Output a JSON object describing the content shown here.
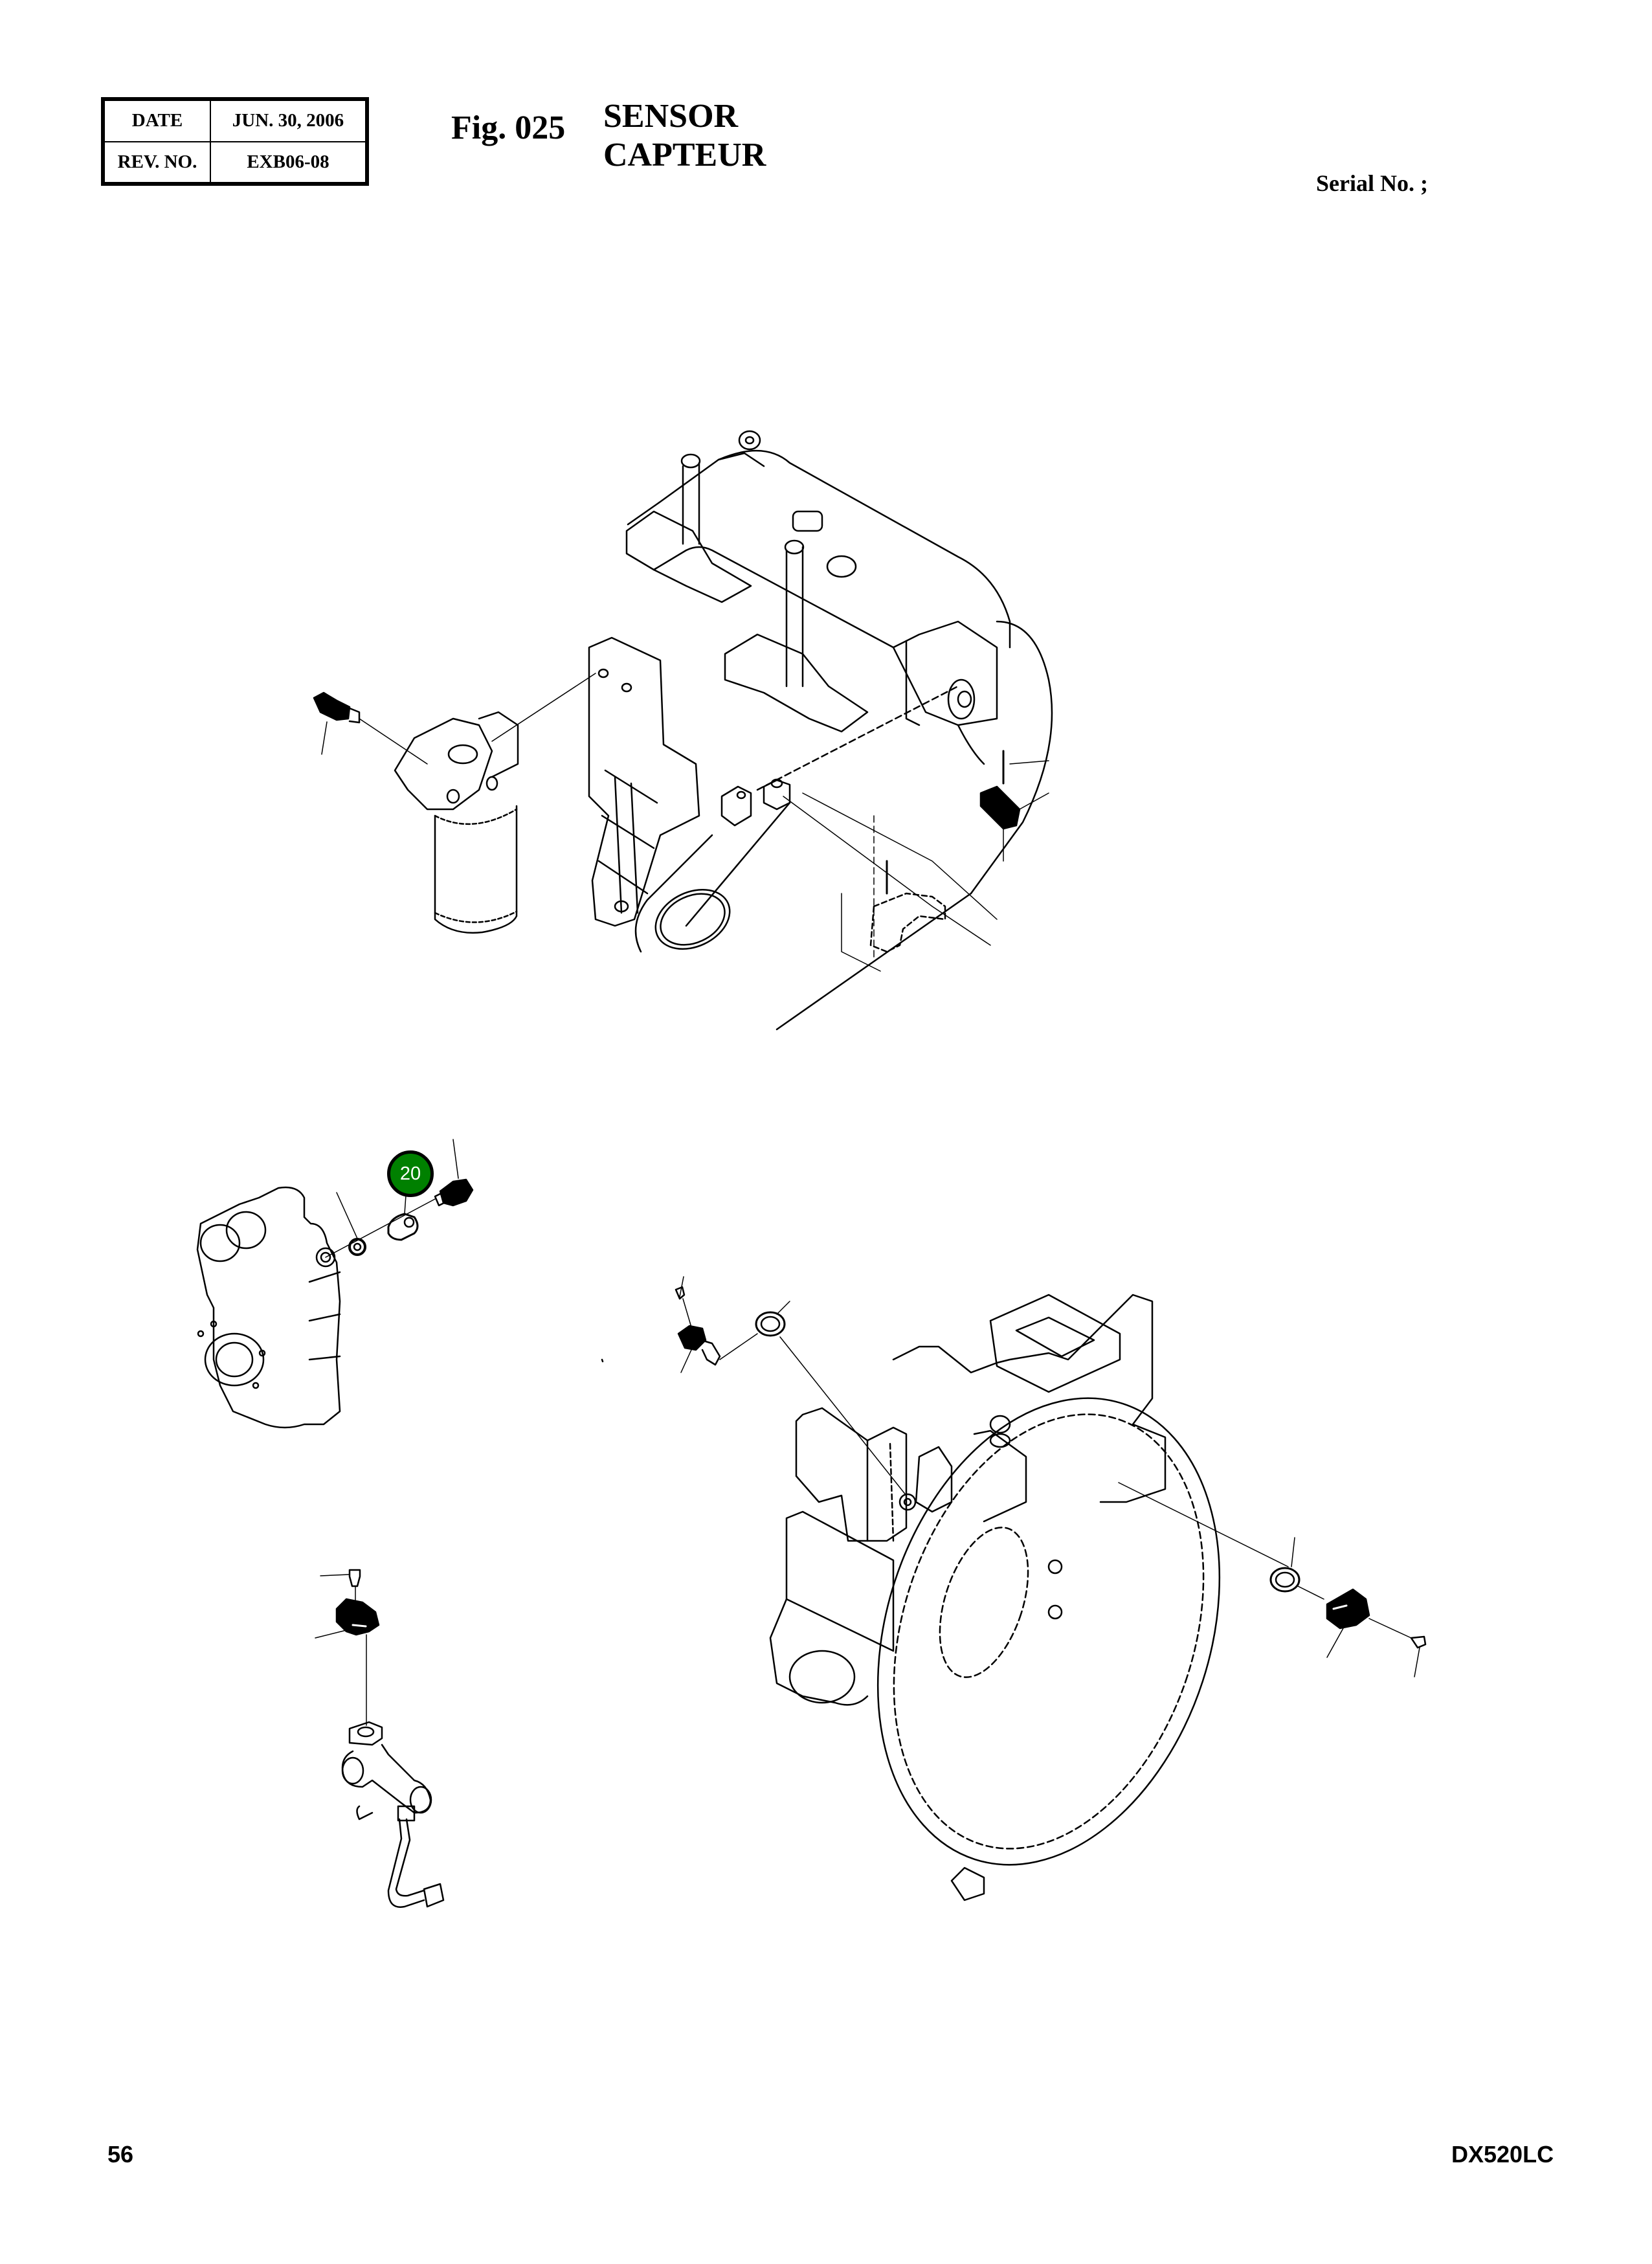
{
  "header": {
    "table": [
      {
        "label": "DATE",
        "value": "JUN. 30, 2006"
      },
      {
        "label": "REV. NO.",
        "value": "EXB06-08"
      }
    ],
    "figure_number": "Fig. 025",
    "title_en": "SENSOR",
    "title_fr": "CAPTEUR",
    "serial_label": "Serial No. ;"
  },
  "callouts": [
    {
      "number": "20",
      "color": "#008000",
      "border_color": "#000000",
      "part": "adapter (gear cover sensor)"
    }
  ],
  "illustrations": [
    {
      "name": "intake-manifold-assembly",
      "parts": [
        "temperature-sensor",
        "fuel-filter",
        "bracket",
        "intake-pipe",
        "boost-pressure-sensor",
        "bolt",
        "clamp-bracket"
      ]
    },
    {
      "name": "gear-cover-assembly",
      "parts": [
        "gear-cover",
        "washer",
        "adapter",
        "speed-sensor"
      ]
    },
    {
      "name": "oil-pressure-sensor-assembly",
      "parts": [
        "bolt",
        "pressure-sensor",
        "oil-pipe-block"
      ]
    },
    {
      "name": "flywheel-housing-assembly",
      "parts": [
        "bolt",
        "cam-sensor",
        "o-ring",
        "flywheel-housing",
        "gasket",
        "crank-sensor",
        "bolt"
      ]
    }
  ],
  "footer": {
    "page_number": "56",
    "model": "DX520LC"
  },
  "colors": {
    "ink": "#000000",
    "paper": "#ffffff",
    "callout_fill": "#008000"
  }
}
